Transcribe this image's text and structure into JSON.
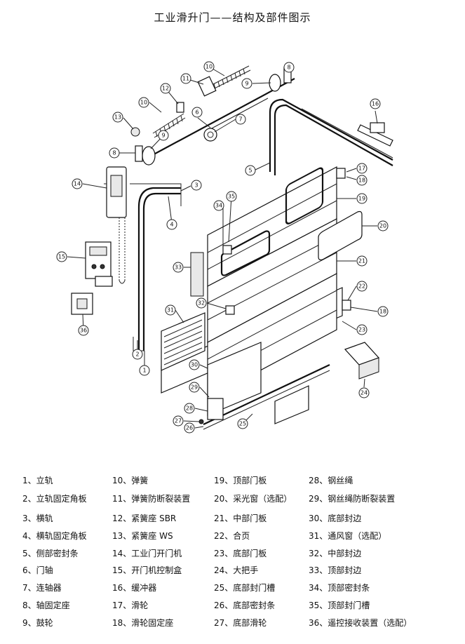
{
  "title": "工业滑升门——结构及部件图示",
  "callouts": [
    "1",
    "2",
    "3",
    "4",
    "5",
    "6",
    "7",
    "8",
    "8",
    "9",
    "9",
    "10",
    "10",
    "11",
    "12",
    "13",
    "14",
    "15",
    "16",
    "17",
    "18",
    "18",
    "19",
    "20",
    "21",
    "22",
    "23",
    "24",
    "25",
    "26",
    "27",
    "28",
    "29",
    "30",
    "31",
    "32",
    "33",
    "34",
    "35",
    "36"
  ],
  "legend": [
    [
      "1、立轨",
      "10、弹簧",
      "19、顶部门板",
      "28、钢丝绳"
    ],
    [
      "2、立轨固定角板",
      "11、弹簧防断裂装置",
      "20、采光窗（选配）",
      "29、钢丝绳防断裂装置"
    ],
    [
      "3、横轨",
      "12、紧簧座 SBR",
      "21、中部门板",
      "30、底部封边"
    ],
    [
      "4、横轨固定角板",
      "13、紧簧座 WS",
      "22、合页",
      "31、通风窗（选配）"
    ],
    [
      "5、侧部密封条",
      "14、工业门开门机",
      "23、底部门板",
      "32、中部封边"
    ],
    [
      "6、门轴",
      "15、开门机控制盒",
      "24、大把手",
      "33、顶部封边"
    ],
    [
      "7、连轴器",
      "16、缓冲器",
      "25、底部封门槽",
      "34、顶部密封条"
    ],
    [
      "8、轴固定座",
      "17、滑轮",
      "26、底部密封条",
      "35、顶部封门槽"
    ],
    [
      "9、鼓轮",
      "18、滑轮固定座",
      "27、底部滑轮",
      "36、遥控接收装置（选配）"
    ]
  ]
}
